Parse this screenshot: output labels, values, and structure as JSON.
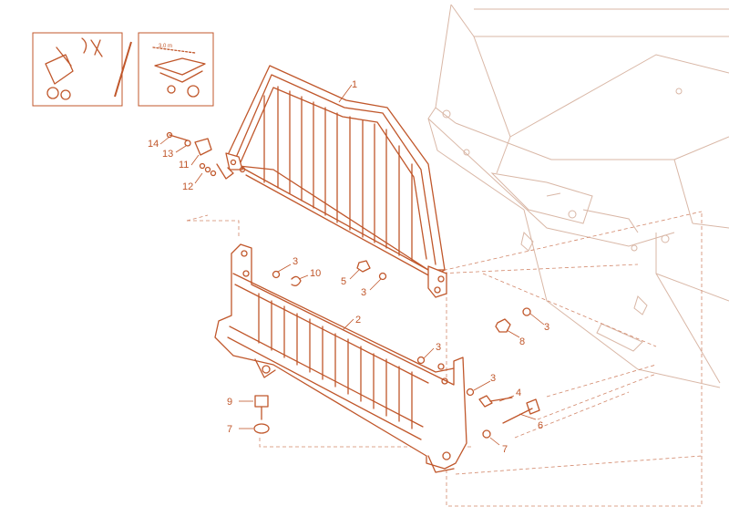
{
  "callouts": [
    {
      "id": "c1",
      "text": "1"
    },
    {
      "id": "c2",
      "text": "2"
    },
    {
      "id": "c3a",
      "text": "3"
    },
    {
      "id": "c3b",
      "text": "3"
    },
    {
      "id": "c3c",
      "text": "3"
    },
    {
      "id": "c3d",
      "text": "3"
    },
    {
      "id": "c3e",
      "text": "3"
    },
    {
      "id": "c4",
      "text": "4"
    },
    {
      "id": "c5",
      "text": "5"
    },
    {
      "id": "c6",
      "text": "6"
    },
    {
      "id": "c7a",
      "text": "7"
    },
    {
      "id": "c7b",
      "text": "7"
    },
    {
      "id": "c8",
      "text": "8"
    },
    {
      "id": "c9",
      "text": "9"
    },
    {
      "id": "c10",
      "text": "10"
    },
    {
      "id": "c11",
      "text": "11"
    },
    {
      "id": "c12",
      "text": "12"
    },
    {
      "id": "c13",
      "text": "13"
    },
    {
      "id": "c14",
      "text": "14"
    }
  ],
  "thumbnail": {
    "dimension_label": "3.0 m"
  },
  "colors": {
    "accent": "#c0572b",
    "ghost": "#d9b7a6"
  }
}
